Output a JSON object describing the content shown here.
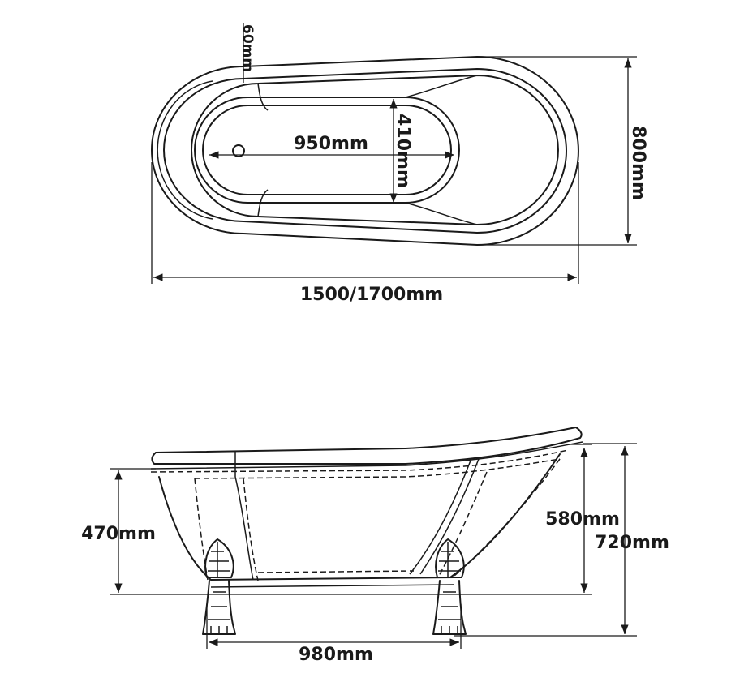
{
  "top_view": {
    "dim_rim": "60mm",
    "dim_inner_length": "950mm",
    "dim_inner_width": "410mm",
    "dim_width": "800mm",
    "dim_length": "1500/1700mm"
  },
  "side_view": {
    "dim_low_end_height": "470mm",
    "dim_high_end_inner": "580mm",
    "dim_total_height": "720mm",
    "dim_feet_span": "980mm"
  }
}
